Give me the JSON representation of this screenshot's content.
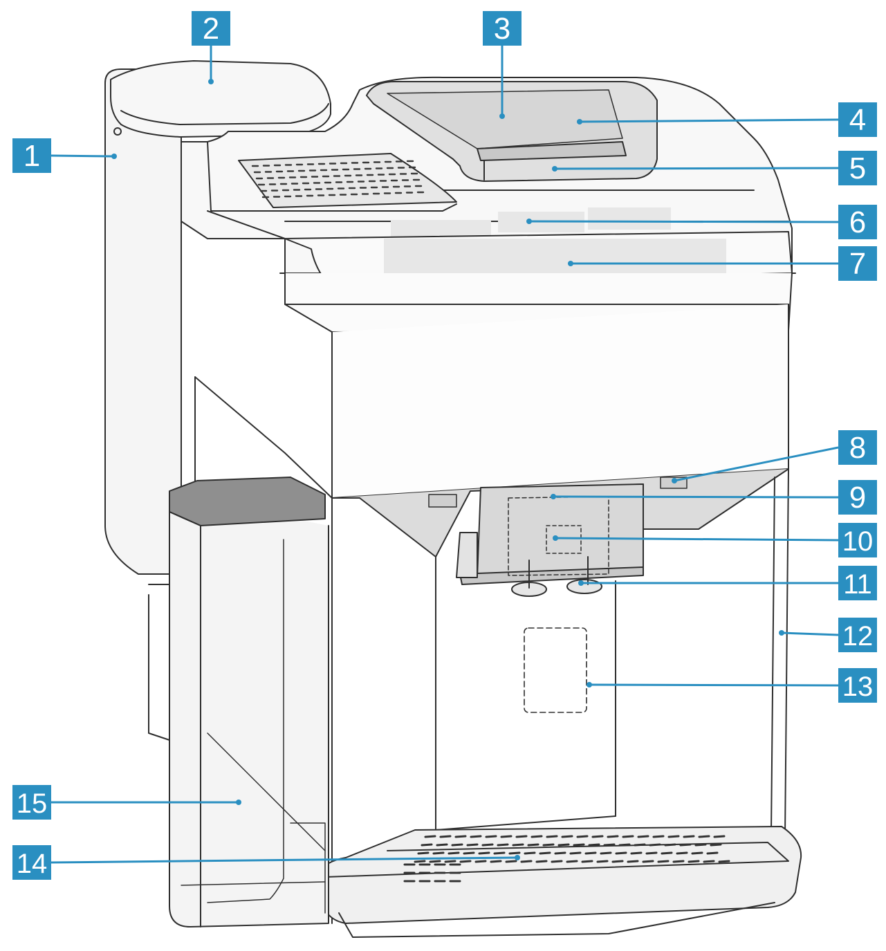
{
  "colors": {
    "badge": "#2a8fc1",
    "badge_text": "#ffffff",
    "leader": "#2a8fc1",
    "outline": "#2e2e2e",
    "panel_shade": "#e6e6e6",
    "panel_light": "#f3f3f3",
    "dark_part": "#8a8a8a"
  },
  "callouts": [
    {
      "number": "1"
    },
    {
      "number": "2"
    },
    {
      "number": "3"
    },
    {
      "number": "4"
    },
    {
      "number": "5"
    },
    {
      "number": "6"
    },
    {
      "number": "7"
    },
    {
      "number": "8"
    },
    {
      "number": "9"
    },
    {
      "number": "10"
    },
    {
      "number": "11"
    },
    {
      "number": "12"
    },
    {
      "number": "13"
    },
    {
      "number": "14"
    },
    {
      "number": "15"
    }
  ]
}
